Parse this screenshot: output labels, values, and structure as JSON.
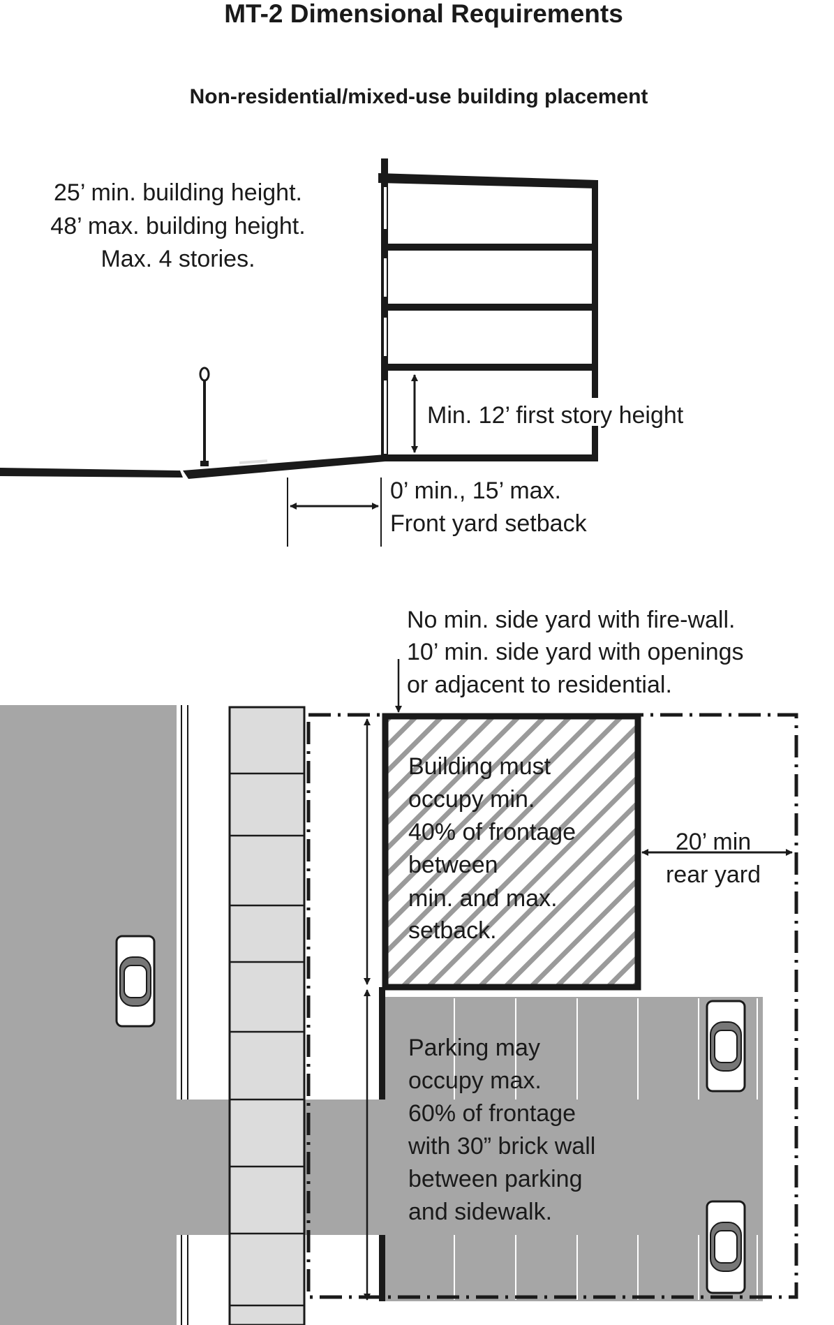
{
  "title": "MT-2 Dimensional Requirements",
  "subtitle": "Non-residential/mixed-use building placement",
  "section": {
    "height_lines": [
      "25’ min. building height.",
      "48’ max. building height.",
      "Max. 4 stories."
    ],
    "first_story": "Min. 12’ first  story height",
    "setback_lines": [
      "0’ min., 15’ max.",
      "Front yard setback"
    ]
  },
  "plan": {
    "side_yard_lines": [
      "No min. side yard with fire-wall.",
      "10’ min. side yard with openings",
      "or adjacent to residential."
    ],
    "building_lines": [
      "Building must",
      "occupy min.",
      "40% of frontage",
      "between",
      "min. and max.",
      "setback."
    ],
    "rear_yard_lines": [
      "20’ min",
      "rear yard"
    ],
    "parking_lines": [
      "Parking may",
      "occupy max.",
      "60% of frontage",
      "with 30” brick wall",
      "between parking",
      "and sidewalk."
    ]
  },
  "colors": {
    "ink": "#1a1a1a",
    "pavement": "#a6a6a6",
    "sidewalk": "#dcdcdc",
    "hatch": "#9a9a9a"
  }
}
